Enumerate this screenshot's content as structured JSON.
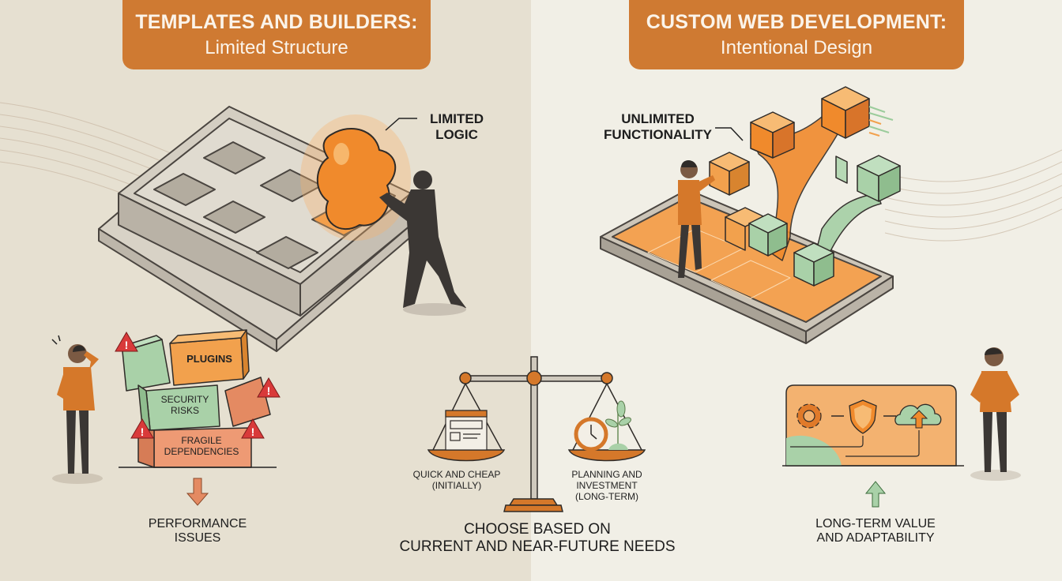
{
  "left": {
    "banner": {
      "title": "TEMPLATES AND BUILDERS:",
      "subtitle": "Limited Structure"
    },
    "callout": {
      "line1": "LIMITED",
      "line2": "LOGIC"
    },
    "boxes": [
      {
        "label_line1": "PLUGINS",
        "label_line2": ""
      },
      {
        "label_line1": "SECURITY",
        "label_line2": "RISKS"
      },
      {
        "label_line1": "FRAGILE",
        "label_line2": "DEPENDENCIES"
      }
    ],
    "outcome": {
      "line1": "PERFORMANCE",
      "line2": "ISSUES",
      "arrow": "down-arrow-icon"
    }
  },
  "right": {
    "banner": {
      "title": "CUSTOM WEB DEVELOPMENT:",
      "subtitle": "Intentional Design"
    },
    "callout": {
      "line1": "UNLIMITED",
      "line2": "FUNCTIONALITY"
    },
    "panel_icons": [
      "gear-icon",
      "shield-icon",
      "cloud-upload-icon"
    ],
    "outcome": {
      "line1": "LONG-TERM VALUE",
      "line2": "AND ADAPTABILITY",
      "arrow": "up-arrow-icon"
    }
  },
  "center": {
    "scale": {
      "left_pan": {
        "line1": "QUICK AND CHEAP",
        "line2": "(INITIALLY)",
        "icon": "webpage-icon"
      },
      "right_pan": {
        "line1": "PLANNING AND",
        "line2": "INVESTMENT",
        "line3": "(LONG-TERM)",
        "icon": "clock-plant-icon"
      }
    },
    "conclusion": {
      "line1": "CHOOSE BASED ON",
      "line2": "CURRENT AND NEAR-FUTURE NEEDS"
    }
  },
  "colors": {
    "orange": "#cf7a32",
    "light_orange": "#f2a14d",
    "green": "#9ccc9c",
    "salmon": "#e48a62",
    "warning_red": "#d93a3a",
    "dark_figure": "#3b3734"
  }
}
